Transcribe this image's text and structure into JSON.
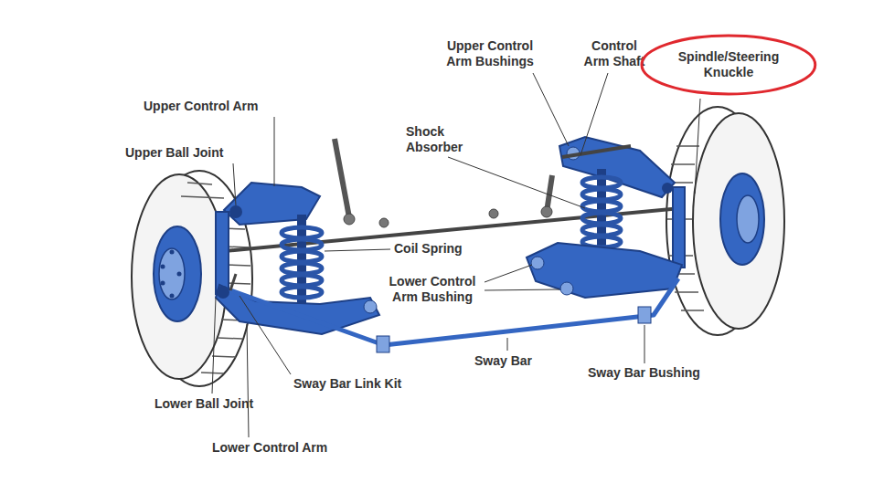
{
  "diagram": {
    "nodes": [
      {
        "text": [
          "Spindle/Steering Knuckle"
        ]
      }
    ],
    "labels": [
      "Upper Control Arm Bushings",
      "Control Arm Shaft",
      "Upper Control Arm",
      "Upper Ball Joint",
      "Shock Absorber",
      "Coil Spring",
      "Lower Control Arm Bushing",
      "Sway Bar",
      "Sway Bar Bushing",
      "Sway Bar Link Kit",
      "Lower Ball Joint",
      "Lower Control Arm"
    ]
  }
}
